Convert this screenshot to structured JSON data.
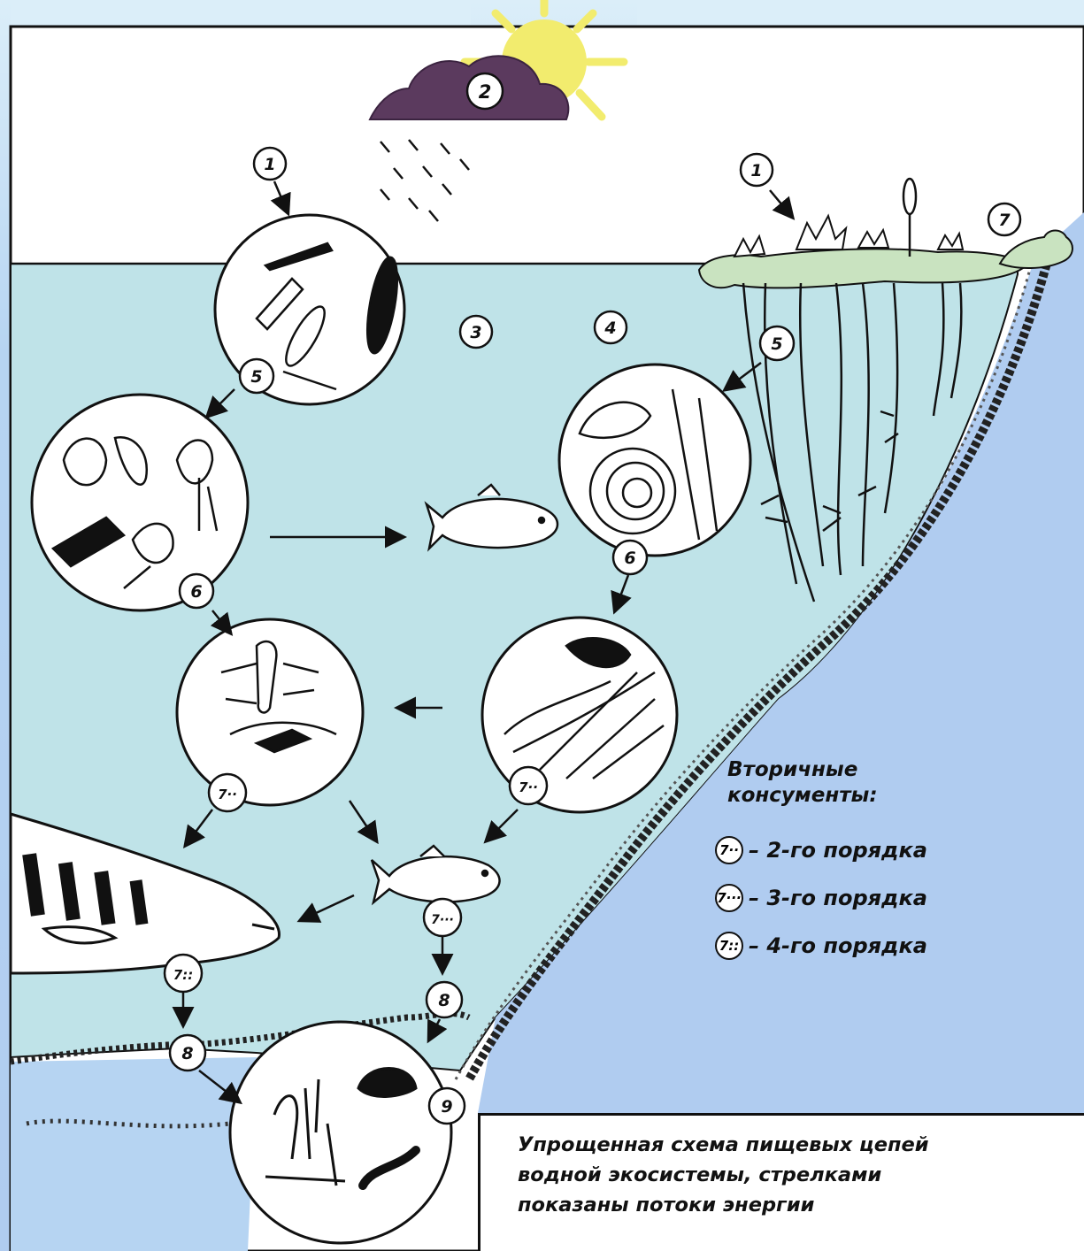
{
  "markers": {
    "m1a": "1",
    "m1b": "1",
    "m2": "2",
    "m3": "3",
    "m4": "4",
    "m5a": "5",
    "m5b": "5",
    "m6a": "6",
    "m6b": "6",
    "m7frog": "7",
    "m7a": "7··",
    "m7b": "7··",
    "m7c": "7···",
    "m7d": "7::",
    "m8a": "8",
    "m8b": "8",
    "m9": "9"
  },
  "legend": {
    "title_line1": "Вторичные",
    "title_line2": "консументы:",
    "items": [
      {
        "marker": "7··",
        "label": "– 2-го порядка"
      },
      {
        "marker": "7···",
        "label": "– 3-го порядка"
      },
      {
        "marker": "7::",
        "label": "– 4-го порядка"
      }
    ]
  },
  "caption": {
    "line1": "Упрощенная схема пищевых цепей",
    "line2": "водной экосистемы, стрелками",
    "line3": "показаны потоки энергии"
  },
  "colors": {
    "water": "#bfe3e8",
    "sky_frame": "#ffffff",
    "cloud": "#5b3a5e",
    "sun": "#f2ec6e",
    "shore": "#222222",
    "plants": "#c9e3c0"
  }
}
